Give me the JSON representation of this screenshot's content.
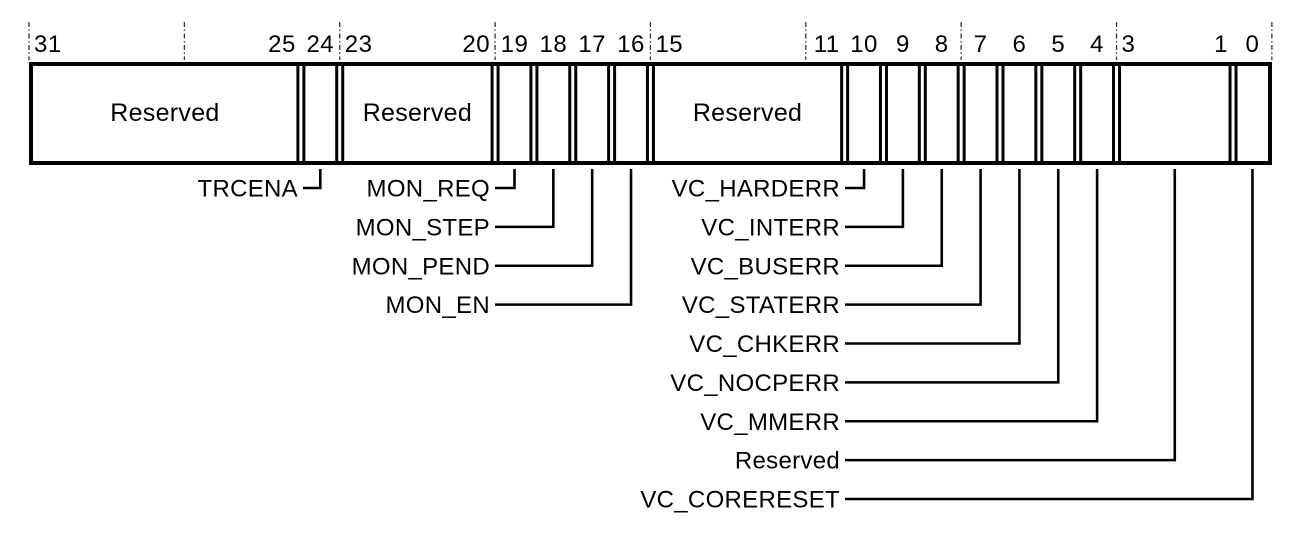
{
  "colors": {
    "ink": "#000000",
    "background": "#ffffff"
  },
  "register": {
    "bit_width": 32,
    "fields": [
      {
        "bits": [
          31,
          25
        ],
        "numbers": [
          "31",
          "25"
        ],
        "box_label": "Reserved",
        "callout": null
      },
      {
        "bits": [
          24,
          24
        ],
        "numbers": [
          "24"
        ],
        "box_label": "",
        "callout": {
          "label": "TRCENA",
          "row": 0,
          "col": "a"
        }
      },
      {
        "bits": [
          23,
          20
        ],
        "numbers": [
          "23",
          "20"
        ],
        "box_label": "Reserved",
        "callout": null
      },
      {
        "bits": [
          19,
          19
        ],
        "numbers": [
          "19"
        ],
        "box_label": "",
        "callout": {
          "label": "MON_REQ",
          "row": 0,
          "col": "b"
        }
      },
      {
        "bits": [
          18,
          18
        ],
        "numbers": [
          "18"
        ],
        "box_label": "",
        "callout": {
          "label": "MON_STEP",
          "row": 1,
          "col": "b"
        }
      },
      {
        "bits": [
          17,
          17
        ],
        "numbers": [
          "17"
        ],
        "box_label": "",
        "callout": {
          "label": "MON_PEND",
          "row": 2,
          "col": "b"
        }
      },
      {
        "bits": [
          16,
          16
        ],
        "numbers": [
          "16"
        ],
        "box_label": "",
        "callout": {
          "label": "MON_EN",
          "row": 3,
          "col": "b"
        }
      },
      {
        "bits": [
          15,
          11
        ],
        "numbers": [
          "15",
          "11"
        ],
        "box_label": "Reserved",
        "callout": null
      },
      {
        "bits": [
          10,
          10
        ],
        "numbers": [
          "10"
        ],
        "box_label": "",
        "callout": {
          "label": "VC_HARDERR",
          "row": 0,
          "col": "c"
        }
      },
      {
        "bits": [
          9,
          9
        ],
        "numbers": [
          "9"
        ],
        "box_label": "",
        "callout": {
          "label": "VC_INTERR",
          "row": 1,
          "col": "c"
        }
      },
      {
        "bits": [
          8,
          8
        ],
        "numbers": [
          "8"
        ],
        "box_label": "",
        "callout": {
          "label": "VC_BUSERR",
          "row": 2,
          "col": "c"
        }
      },
      {
        "bits": [
          7,
          7
        ],
        "numbers": [
          "7"
        ],
        "box_label": "",
        "callout": {
          "label": "VC_STATERR",
          "row": 3,
          "col": "c"
        }
      },
      {
        "bits": [
          6,
          6
        ],
        "numbers": [
          "6"
        ],
        "box_label": "",
        "callout": {
          "label": "VC_CHKERR",
          "row": 4,
          "col": "c"
        }
      },
      {
        "bits": [
          5,
          5
        ],
        "numbers": [
          "5"
        ],
        "box_label": "",
        "callout": {
          "label": "VC_NOCPERR",
          "row": 5,
          "col": "c"
        }
      },
      {
        "bits": [
          4,
          4
        ],
        "numbers": [
          "4"
        ],
        "box_label": "",
        "callout": {
          "label": "VC_MMERR",
          "row": 6,
          "col": "c"
        }
      },
      {
        "bits": [
          3,
          1
        ],
        "numbers": [
          "3",
          "1"
        ],
        "box_label": "",
        "callout": {
          "label": "Reserved",
          "row": 7,
          "col": "c"
        }
      },
      {
        "bits": [
          0,
          0
        ],
        "numbers": [
          "0"
        ],
        "box_label": "",
        "callout": {
          "label": "VC_CORERESET",
          "row": 8,
          "col": "c"
        }
      }
    ]
  }
}
